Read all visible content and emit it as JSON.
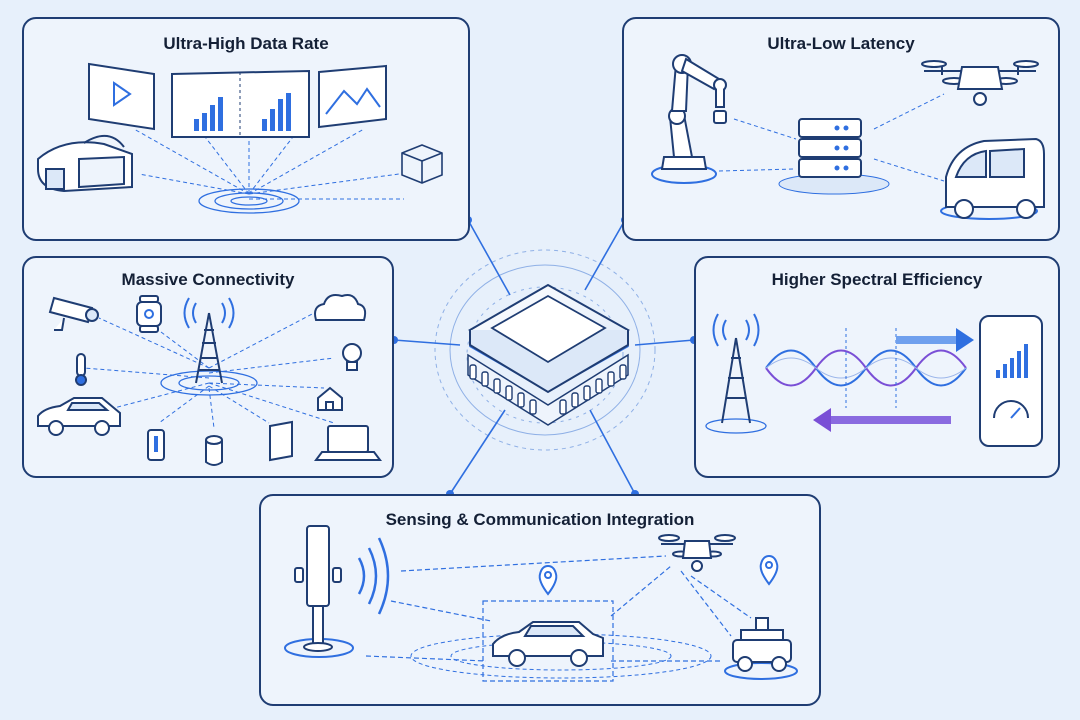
{
  "panels": {
    "ultra_high_data_rate": {
      "title": "Ultra-High Data Rate"
    },
    "ultra_low_latency": {
      "title": "Ultra-Low Latency"
    },
    "massive_connectivity": {
      "title": "Massive Connectivity"
    },
    "higher_spectral_efficiency": {
      "title": "Higher Spectral Efficiency"
    },
    "sensing_communication": {
      "title": "Sensing & Communication Integration"
    }
  },
  "center": {
    "icon": "processor-chip-icon"
  },
  "colors": {
    "background": "#e7f0fb",
    "panel_fill": "#eef4fc",
    "outline": "#1f3d73",
    "accent_blue": "#2f6fe0",
    "accent_purple": "#7a4fd6"
  }
}
